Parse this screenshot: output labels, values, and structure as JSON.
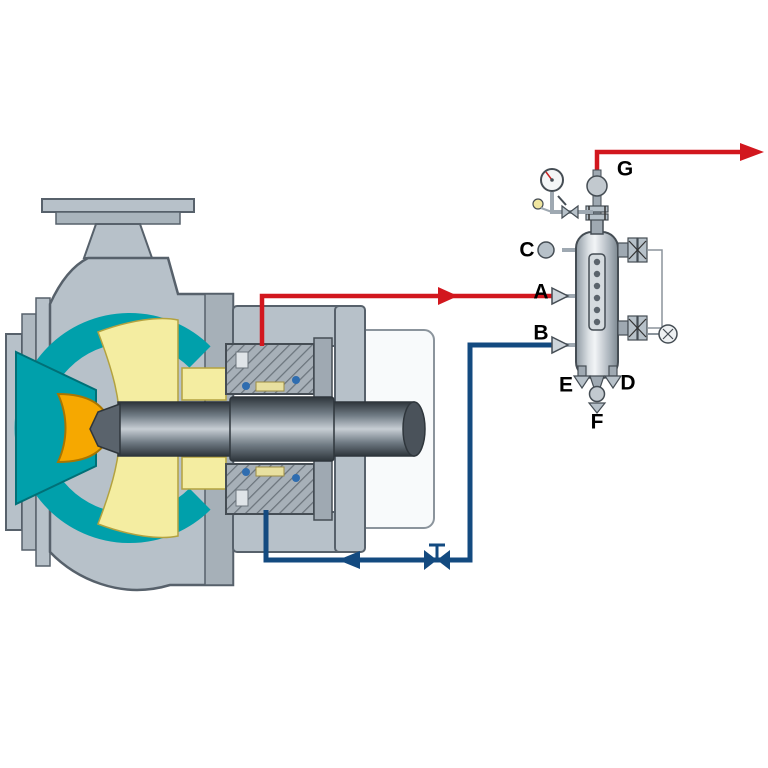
{
  "labels": {
    "a": "A",
    "b": "B",
    "c": "C",
    "d": "D",
    "e": "E",
    "f": "F",
    "g": "G"
  },
  "colors": {
    "supply_line_red": "#d2171e",
    "return_line_blue": "#134a80",
    "liner_teal": "#00a0ab",
    "impeller_yellow": "#f4eda1",
    "hub_orange": "#f6a800",
    "casing_gray": "#b7c1c9"
  }
}
